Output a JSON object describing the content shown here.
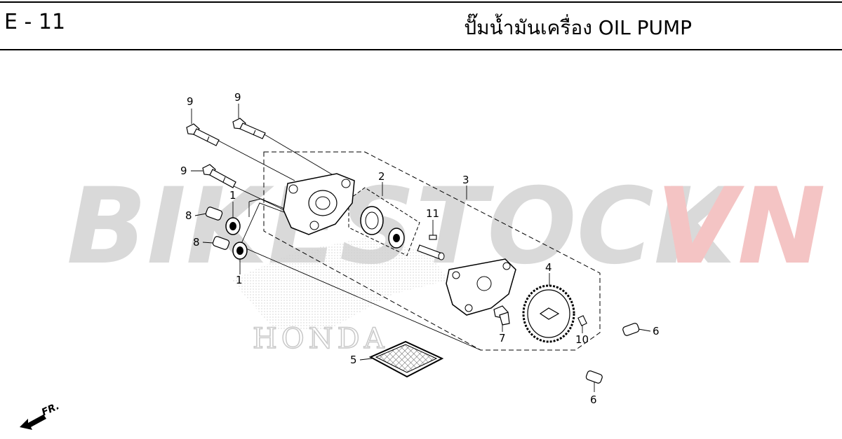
{
  "header": {
    "code": "E - 11",
    "title": "ปั๊มน้ำมันเครื่อง  OIL PUMP"
  },
  "watermark": {
    "text_grey": "BIKESTOCK",
    "text_red": "VN",
    "brand": "HONDA",
    "color_grey": "#d9d9d9",
    "color_red": "#f4c4c4"
  },
  "direction_indicator": {
    "label": "FR."
  },
  "callouts": {
    "c1a": "1",
    "c1b": "1",
    "c2": "2",
    "c3": "3",
    "c4": "4",
    "c5": "5",
    "c6a": "6",
    "c6b": "6",
    "c7": "7",
    "c8a": "8",
    "c8b": "8",
    "c9a": "9",
    "c9b": "9",
    "c9c": "9",
    "c10": "10",
    "c11": "11"
  }
}
